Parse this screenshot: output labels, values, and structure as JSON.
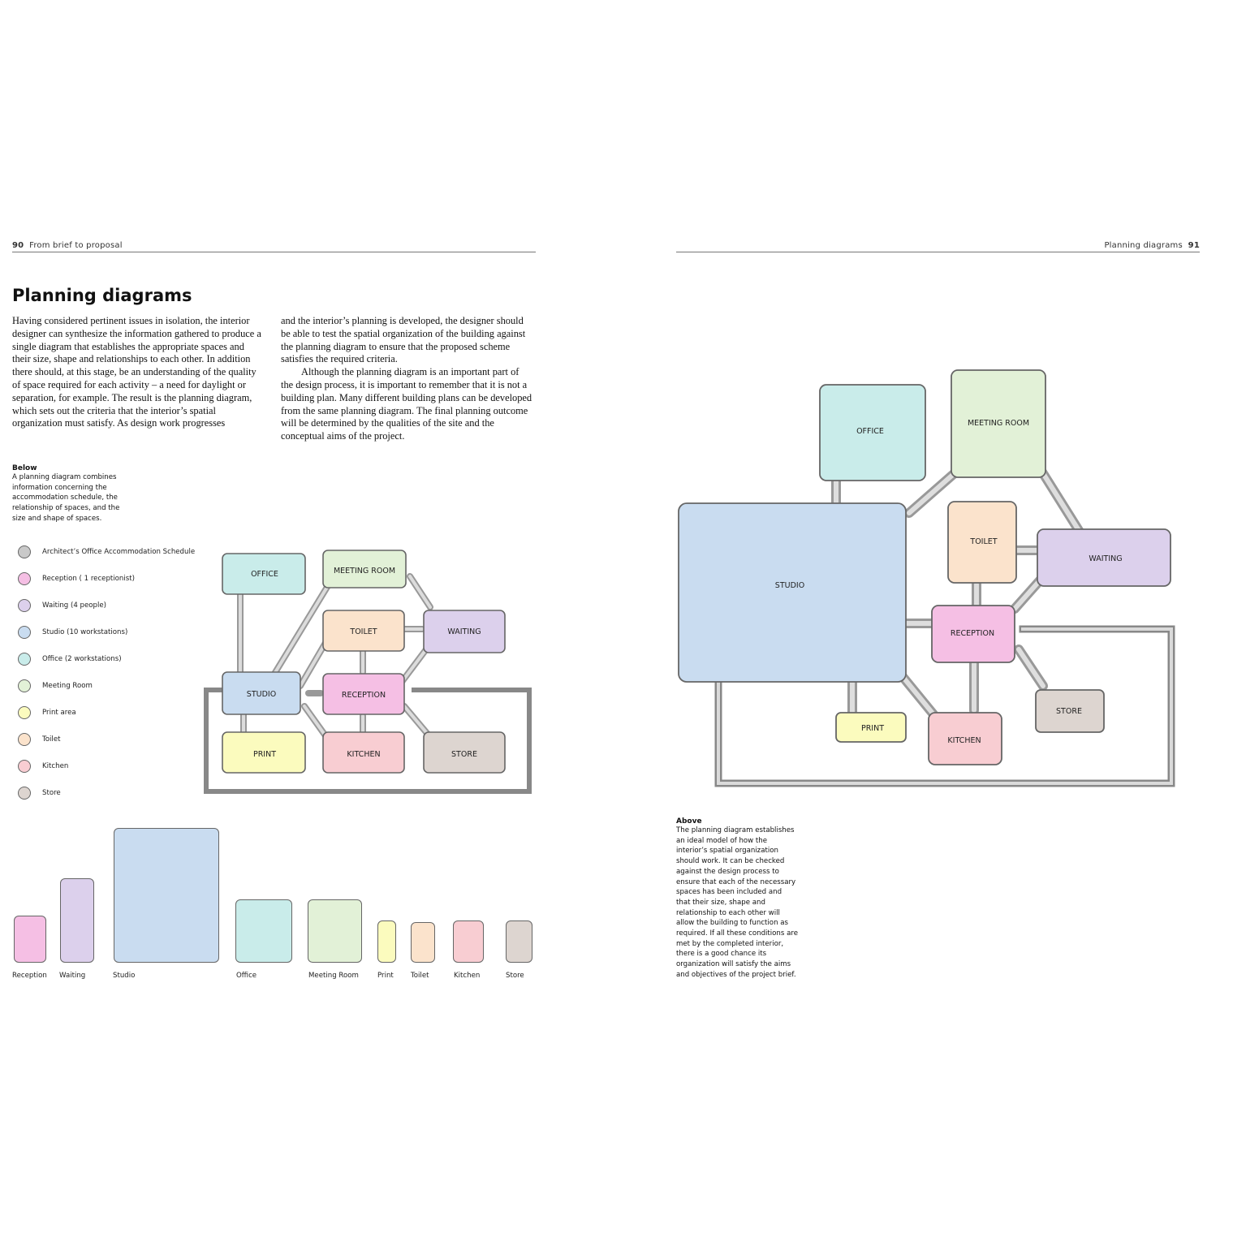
{
  "left_page": {
    "folio": "90",
    "running_head": "From brief to proposal",
    "title": "Planning diagrams",
    "col1": "Having considered pertinent issues in isolation, the interior designer can synthesize the information gathered to produce a single diagram that establishes the appropriate spaces and their size, shape and relationships to each other. In addition there should, at this stage, be an understanding of the quality of space required for each activity – a need for daylight or separation, for example. The result is the planning diagram, which sets out the criteria that the interior’s spatial organization must satisfy. As design work progresses",
    "col2_p1": "and the interior’s planning is developed, the designer should be able to test the spatial organization of the building against the planning diagram to ensure that the proposed scheme satisfies the required criteria.",
    "col2_p2": "Although the planning diagram is an important part of the design process, it is important to remember that it is not a building plan. Many different building plans can be developed from the same planning diagram. The final planning outcome will be determined by the qualities of the site and the conceptual aims of the project.",
    "caption_head": "Below",
    "caption_text": "A planning diagram combines information concerning the accommodation schedule, the relationship of spaces, and the size and shape of spaces.",
    "legend": [
      {
        "label": "Architect’s Office Accommodation Schedule",
        "color": "#c9c9c9"
      },
      {
        "label": "Reception ( 1 receptionist)",
        "color": "#f5bfe4"
      },
      {
        "label": "Waiting (4 people)",
        "color": "#dcd0ec"
      },
      {
        "label": "Studio (10 workstations)",
        "color": "#c9dcf0"
      },
      {
        "label": "Office (2 workstations)",
        "color": "#c9ecea"
      },
      {
        "label": "Meeting Room",
        "color": "#e2f1d7"
      },
      {
        "label": "Print area",
        "color": "#fbfbbe"
      },
      {
        "label": "Toilet",
        "color": "#fbe3cc"
      },
      {
        "label": "Kitchen",
        "color": "#f8cdd2"
      },
      {
        "label": "Store",
        "color": "#ddd5d0"
      }
    ],
    "small_diagram": {
      "office": "OFFICE",
      "meeting": "MEETING ROOM",
      "toilet": "TOILET",
      "waiting": "WAITING",
      "studio": "STUDIO",
      "reception": "RECEPTION",
      "print": "PRINT",
      "kitchen": "KITCHEN",
      "store": "STORE"
    },
    "size_blocks": [
      {
        "label": "Reception",
        "color": "#f5bfe4"
      },
      {
        "label": "Waiting",
        "color": "#dcd0ec"
      },
      {
        "label": "Studio",
        "color": "#c9dcf0"
      },
      {
        "label": "Office",
        "color": "#c9ecea"
      },
      {
        "label": "Meeting Room",
        "color": "#e2f1d7"
      },
      {
        "label": "Print",
        "color": "#fbfbbe"
      },
      {
        "label": "Toilet",
        "color": "#fbe3cc"
      },
      {
        "label": "Kitchen",
        "color": "#f8cdd2"
      },
      {
        "label": "Store",
        "color": "#ddd5d0"
      }
    ]
  },
  "right_page": {
    "folio": "91",
    "running_head": "Planning diagrams",
    "large_diagram": {
      "office": "OFFICE",
      "meeting": "MEETING ROOM",
      "toilet": "TOILET",
      "waiting": "WAITING",
      "studio": "STUDIO",
      "reception": "RECEPTION",
      "print": "PRINT",
      "kitchen": "KITCHEN",
      "store": "STORE"
    },
    "caption_head": "Above",
    "caption_text": "The planning diagram establishes an ideal model of how the interior’s spatial organization should work. It can be checked against the design process to ensure that each of the necessary spaces has been included and that their size, shape and relationship to each other will allow the building to function as required. If all these conditions are met by the completed interior, there is a good chance its organization will satisfy the aims and objectives of the project brief."
  },
  "colors": {
    "office": "#c9ecea",
    "meeting": "#e2f1d7",
    "toilet": "#fbe3cc",
    "waiting": "#dcd0ec",
    "studio": "#c9dcf0",
    "reception": "#f5bfe4",
    "print": "#fbfbbe",
    "kitchen": "#f8cdd2",
    "store": "#ddd5d0",
    "arrow": "#bdbdbd",
    "outline": "#666666"
  }
}
